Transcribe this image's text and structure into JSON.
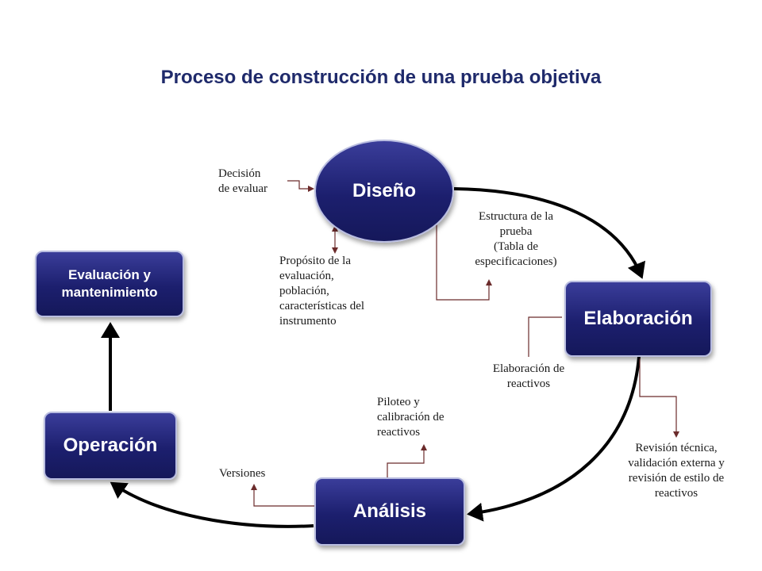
{
  "title": "Proceso de construcción de una prueba objetiva",
  "nodes": {
    "diseno": "Diseño",
    "elaboracion": "Elaboración",
    "analisis": "Análisis",
    "operacion": "Operación",
    "evaluacion": "Evaluación y\nmantenimiento"
  },
  "annotations": {
    "decision": "Decisión\nde evaluar",
    "proposito": "Propósito de la\nevaluación,\npoblación,\ncaracterísticas del\ninstrumento",
    "estructura": "Estructura de la\nprueba\n(Tabla de\nespecificaciones)",
    "elaboracion_reactivos": "Elaboración de\nreactivos",
    "revision": "Revisión técnica,\nvalidación externa y\nrevisión de estilo de\nreactivos",
    "piloteo": "Piloteo y\ncalibración de\nreactivos",
    "versiones": "Versiones"
  },
  "colors": {
    "node_fill": "#1c1f6e",
    "title": "#1f2a6b",
    "connector": "#6b2b2b",
    "cycle_arrow": "#000000"
  }
}
